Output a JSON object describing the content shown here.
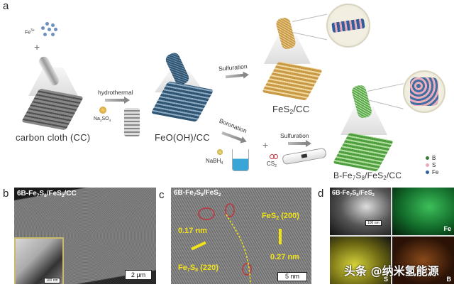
{
  "panel_a": {
    "letter": "a",
    "precursor_ion": "Fe",
    "precursor_ion_charge": "3+",
    "plus": "+",
    "step1_label": "carbon cloth (CC)",
    "hydrothermal_label": "hydrothermal",
    "reagent1": "Na",
    "reagent1_sub": "2",
    "reagent1_rest": "SO",
    "reagent1_sub2": "4",
    "step2_label": "FeO(OH)/CC",
    "sulfuration_label_top": "Sulfuration",
    "step3_label_prefix": "FeS",
    "step3_label_sub": "2",
    "step3_label_suffix": "/CC",
    "boronation_label": "Boronation",
    "reagent2": "NaBH",
    "reagent2_sub": "4",
    "plus2": "+",
    "sulfuration_label_bottom": "Sulfuration",
    "reagent3": "CS",
    "reagent3_sub": "2",
    "final_label_prefix": "B-Fe",
    "final_sub1": "7",
    "final_mid": "S",
    "final_sub2": "8",
    "final_mid2": "/FeS",
    "final_sub3": "2",
    "final_suffix": "/CC",
    "legend": [
      {
        "label": "B",
        "color": "#3a7d3a"
      },
      {
        "label": "S",
        "color": "#e8a9b8"
      },
      {
        "label": "Fe",
        "color": "#2f5f9a"
      }
    ],
    "colors": {
      "ffeooh": "#2f5573",
      "fes2": "#d8ab55",
      "final": "#6cbf5a",
      "cloth": "#9a9a9a"
    }
  },
  "panel_b": {
    "letter": "b",
    "title_prefix": "6B-Fe",
    "title_sub1": "7",
    "title_mid": "S",
    "title_sub2": "8",
    "title_mid2": "/FeS",
    "title_sub3": "2",
    "title_suffix": "/CC",
    "scalebar": "2 μm",
    "inset_scalebar": "100 nm"
  },
  "panel_c": {
    "letter": "c",
    "title_prefix": "6B-Fe",
    "title_sub1": "7",
    "title_mid": "S",
    "title_sub2": "8",
    "title_mid2": "/FeS",
    "title_sub3": "2",
    "d_spacing_left": "0.17 nm",
    "plane_left_prefix": "Fe",
    "plane_left_sub1": "7",
    "plane_left_mid": "S",
    "plane_left_sub2": "8",
    "plane_left_suffix": " (220)",
    "plane_right_prefix": "FeS",
    "plane_right_sub": "2",
    "plane_right_suffix": " (200)",
    "d_spacing_right": "0.27 nm",
    "scalebar": "5 nm"
  },
  "panel_d": {
    "letter": "d",
    "title_prefix": "6B-Fe",
    "title_sub1": "7",
    "title_mid": "S",
    "title_sub2": "8",
    "title_mid2": "/FeS",
    "title_sub3": "2",
    "scalebar": "100 nm",
    "map_fe": "Fe",
    "map_s": "S",
    "map_b": "B",
    "watermark": "头条 @纳米氢能源"
  }
}
